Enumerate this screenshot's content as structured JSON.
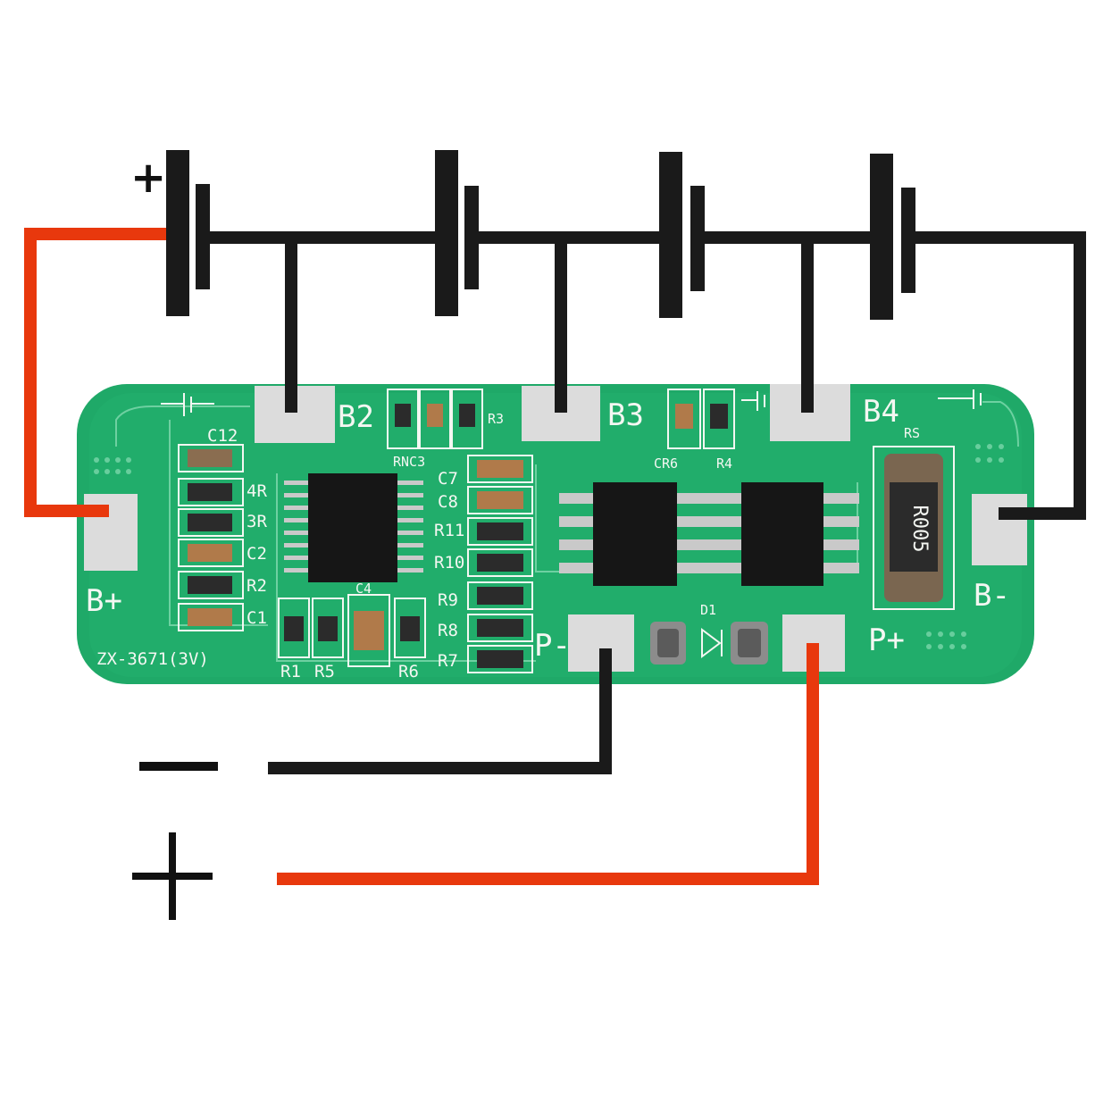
{
  "diagram": {
    "battery_plus_symbol": "+",
    "output_minus_symbol": "—",
    "output_plus_symbol": "+",
    "colors": {
      "wire_black": "#1a1a1a",
      "wire_red": "#e8380d",
      "pcb_green": "#1fa968",
      "pad_silver": "#dcdcdc"
    },
    "board": {
      "labels": {
        "b_plus": "B+",
        "b2": "B2",
        "b3": "B3",
        "b4": "B4",
        "b_minus": "B-",
        "p_minus": "P-",
        "p_plus": "P+",
        "model": "ZX-3671(3V)"
      },
      "components": {
        "c12": "C12",
        "r4_left": "4R",
        "r3_left": "3R",
        "c2": "C2",
        "r2": "R2",
        "c1": "C1",
        "r1": "R1",
        "r5_bottom": "R5",
        "r6": "R6",
        "c4": "C4",
        "r3_top": "R3",
        "rnc3": "RNC3",
        "c7": "C7",
        "c8": "C8",
        "r11": "R11",
        "r10": "R10",
        "r9": "R9",
        "r8": "R8",
        "r7": "R7",
        "cr6": "CR6",
        "r4_top": "R4",
        "rs": "RS",
        "d1": "D1",
        "shunt_marking": "R005"
      }
    }
  }
}
